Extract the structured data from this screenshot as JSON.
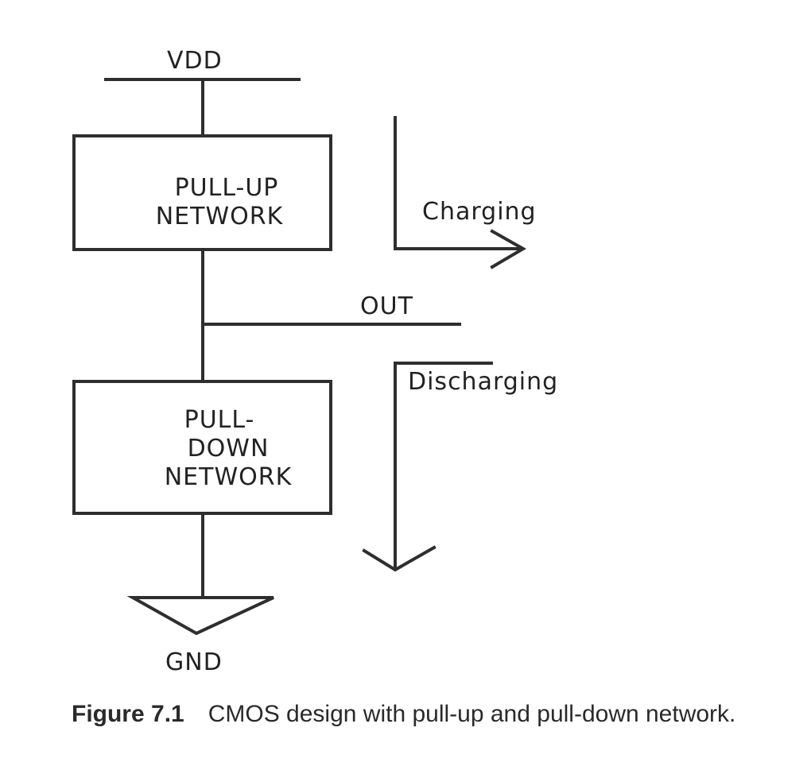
{
  "labels": {
    "vdd": "VDD",
    "pull_up": [
      "PULL-UP",
      "NETWORK"
    ],
    "out": "OUT",
    "pull_down": [
      "PULL-",
      "DOWN",
      "NETWORK"
    ],
    "gnd": "GND",
    "charging": "Charging",
    "discharging": "Discharging"
  },
  "caption": {
    "figure_number": "Figure 7.1",
    "text": "CMOS design with pull-up and pull-down network."
  }
}
